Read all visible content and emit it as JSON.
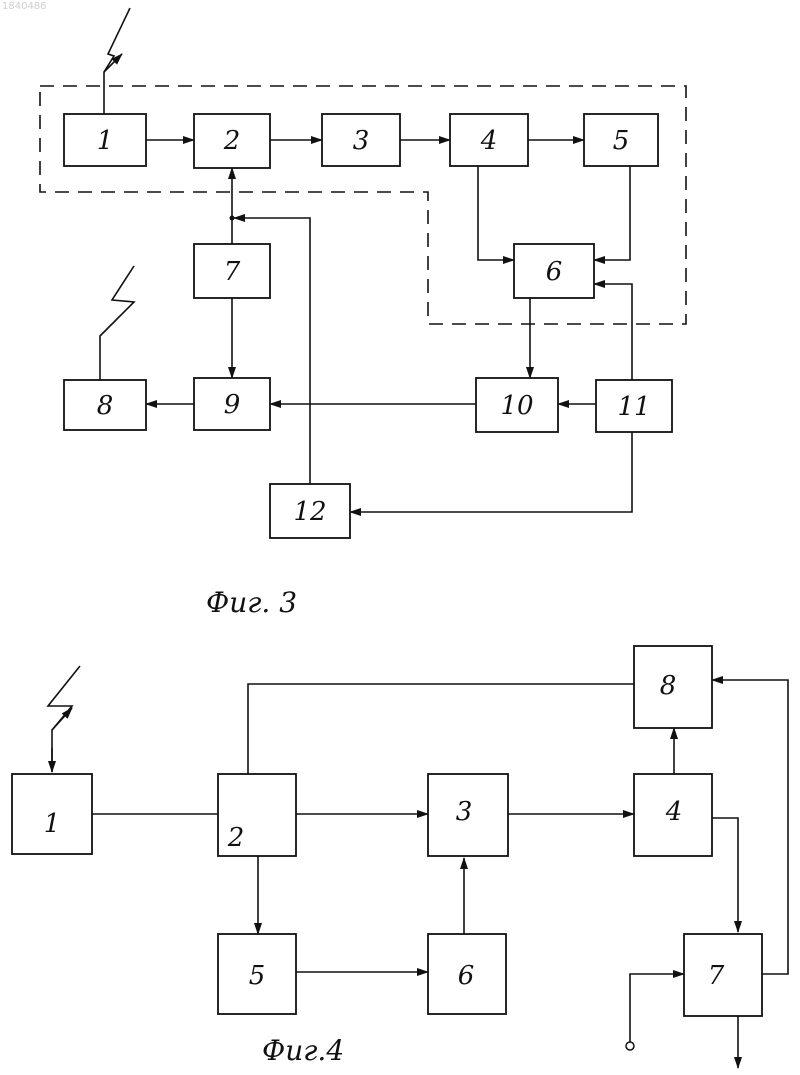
{
  "watermark": "1840486",
  "fig3": {
    "caption": "Фиг. 3",
    "blocks": [
      "1",
      "2",
      "3",
      "4",
      "5",
      "6",
      "7",
      "8",
      "9",
      "10",
      "11",
      "12"
    ]
  },
  "fig4": {
    "caption": "Фиг.4",
    "blocks": [
      "1",
      "2",
      "3",
      "4",
      "5",
      "6",
      "7",
      "8"
    ]
  }
}
